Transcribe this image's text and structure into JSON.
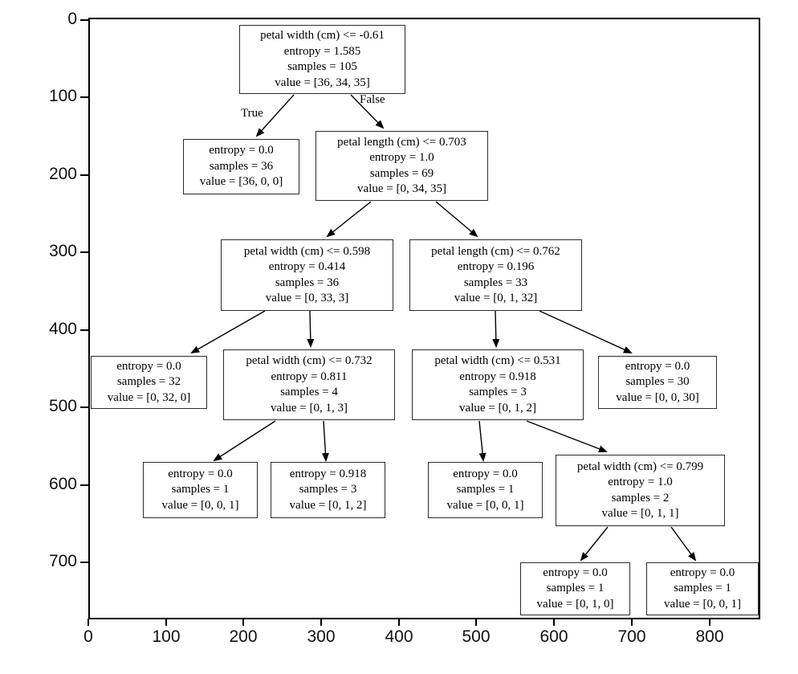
{
  "figure": {
    "type": "decision-tree-plot",
    "background": "#ffffff",
    "axis_color": "#000000",
    "node_border_color": "#2b2b2b",
    "text_color": "#000000"
  },
  "axes": {
    "x_ticks": [
      "0",
      "100",
      "200",
      "300",
      "400",
      "500",
      "600",
      "700",
      "800"
    ],
    "y_ticks": [
      "0",
      "100",
      "200",
      "300",
      "400",
      "500",
      "600",
      "700"
    ]
  },
  "edge_labels": {
    "true_label": "True",
    "false_label": "False"
  },
  "tree": {
    "nodes": {
      "root": {
        "lines": [
          "petal width (cm) <= -0.61",
          "entropy = 1.585",
          "samples = 105",
          "value = [36, 34, 35]"
        ]
      },
      "l2_left": {
        "lines": [
          "entropy = 0.0",
          "samples = 36",
          "value = [36, 0, 0]"
        ]
      },
      "l2_right": {
        "lines": [
          "petal length (cm) <= 0.703",
          "entropy = 1.0",
          "samples = 69",
          "value = [0, 34, 35]"
        ]
      },
      "l3_left": {
        "lines": [
          "petal width (cm) <= 0.598",
          "entropy = 0.414",
          "samples = 36",
          "value = [0, 33, 3]"
        ]
      },
      "l3_right": {
        "lines": [
          "petal length (cm) <= 0.762",
          "entropy = 0.196",
          "samples = 33",
          "value = [0, 1, 32]"
        ]
      },
      "l4_1": {
        "lines": [
          "entropy = 0.0",
          "samples = 32",
          "value = [0, 32, 0]"
        ]
      },
      "l4_2": {
        "lines": [
          "petal width (cm) <= 0.732",
          "entropy = 0.811",
          "samples = 4",
          "value = [0, 1, 3]"
        ]
      },
      "l4_3": {
        "lines": [
          "petal width (cm) <= 0.531",
          "entropy = 0.918",
          "samples = 3",
          "value = [0, 1, 2]"
        ]
      },
      "l4_4": {
        "lines": [
          "entropy = 0.0",
          "samples = 30",
          "value = [0, 0, 30]"
        ]
      },
      "l5_1": {
        "lines": [
          "entropy = 0.0",
          "samples = 1",
          "value = [0, 0, 1]"
        ]
      },
      "l5_2": {
        "lines": [
          "entropy = 0.918",
          "samples = 3",
          "value = [0, 1, 2]"
        ]
      },
      "l5_3": {
        "lines": [
          "entropy = 0.0",
          "samples = 1",
          "value = [0, 0, 1]"
        ]
      },
      "l5_4": {
        "lines": [
          "petal width (cm) <= 0.799",
          "entropy = 1.0",
          "samples = 2",
          "value = [0, 1, 1]"
        ]
      },
      "l6_1": {
        "lines": [
          "entropy = 0.0",
          "samples = 1",
          "value = [0, 1, 0]"
        ]
      },
      "l6_2": {
        "lines": [
          "entropy = 0.0",
          "samples = 1",
          "value = [0, 0, 1]"
        ]
      }
    },
    "edges": [
      [
        "root",
        "l2_left"
      ],
      [
        "root",
        "l2_right"
      ],
      [
        "l2_right",
        "l3_left"
      ],
      [
        "l2_right",
        "l3_right"
      ],
      [
        "l3_left",
        "l4_1"
      ],
      [
        "l3_left",
        "l4_2"
      ],
      [
        "l3_right",
        "l4_3"
      ],
      [
        "l3_right",
        "l4_4"
      ],
      [
        "l4_2",
        "l5_1"
      ],
      [
        "l4_2",
        "l5_2"
      ],
      [
        "l4_3",
        "l5_3"
      ],
      [
        "l4_3",
        "l5_4"
      ],
      [
        "l5_4",
        "l6_1"
      ],
      [
        "l5_4",
        "l6_2"
      ]
    ]
  }
}
